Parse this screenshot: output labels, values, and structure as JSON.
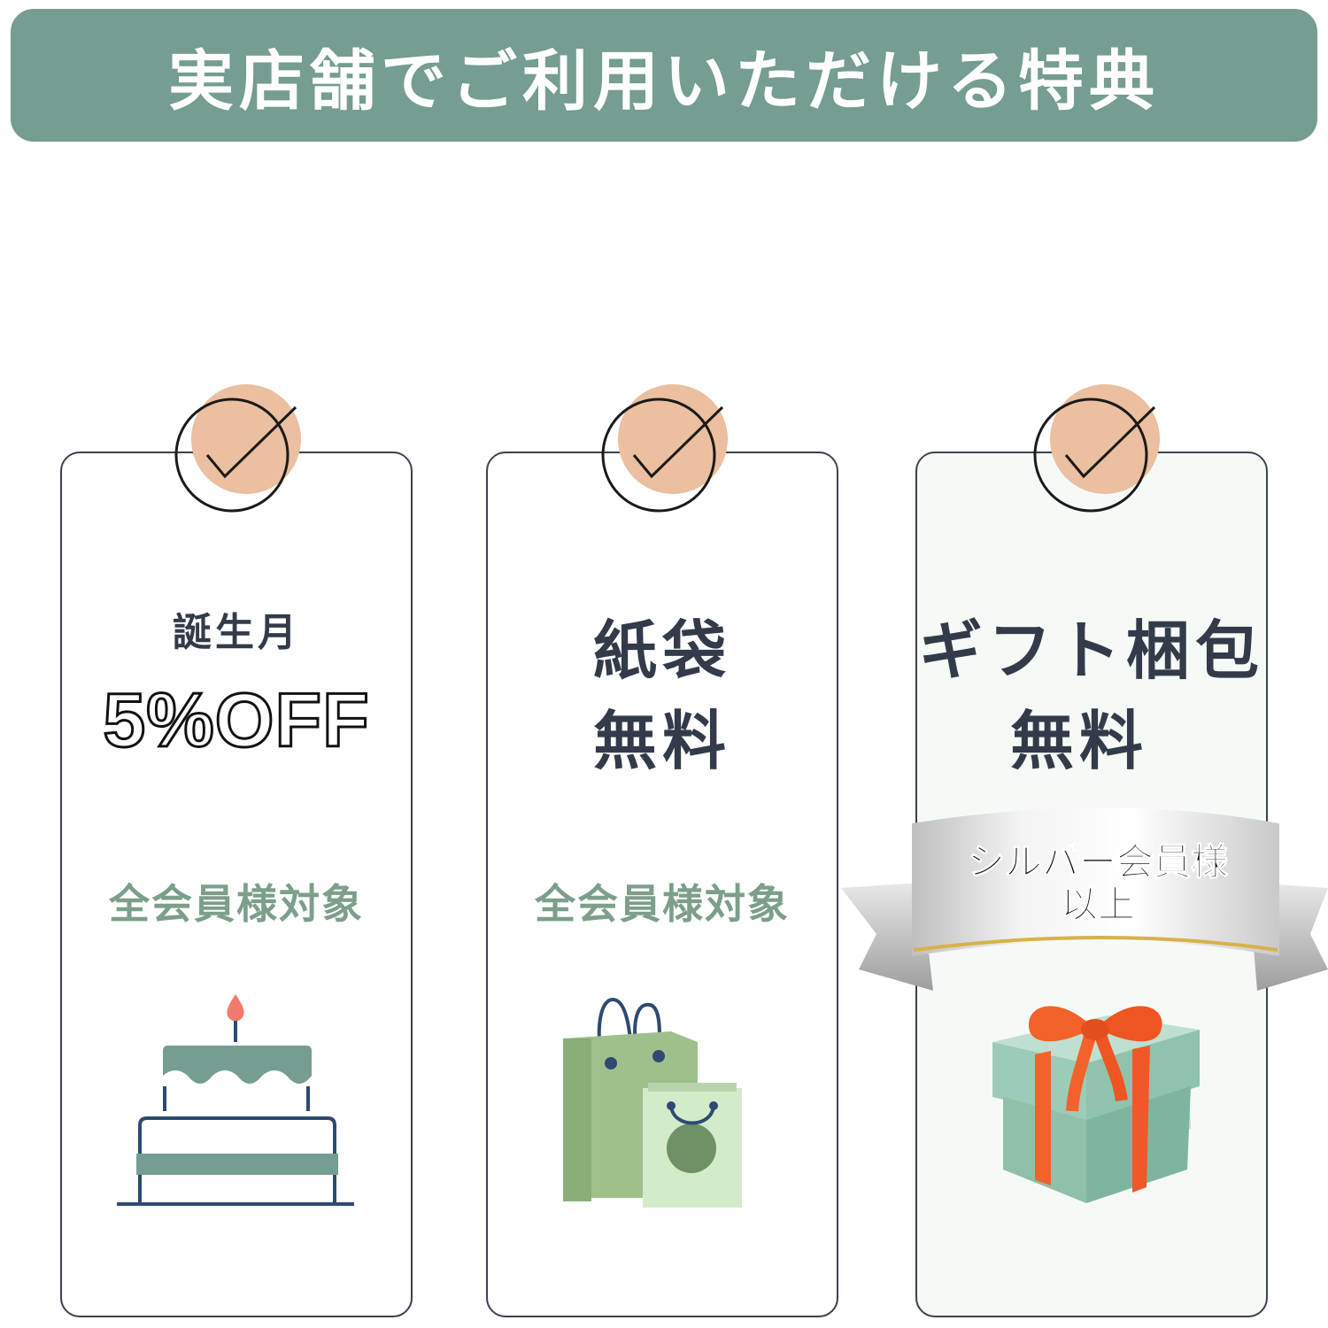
{
  "banner": {
    "title": "実店舗でご利用いただける特典"
  },
  "cards": [
    {
      "head": "誕生月",
      "main": "5%OFF",
      "target": "全会員様対象",
      "icon": "birthday-cake-icon"
    },
    {
      "head": "紙袋",
      "main": "無料",
      "target": "全会員様対象",
      "icon": "shopping-bags-icon"
    },
    {
      "head": "ギフト梱包",
      "main": "無料",
      "ribbon_line1": "シルバー会員様",
      "ribbon_line2": "以上",
      "icon": "gift-box-icon"
    }
  ],
  "colors": {
    "banner": "#759d91",
    "badge_fill": "#ebbf9f",
    "accent_green": "#7c9f8a",
    "text_dark": "#333b4a",
    "ribbon_orange": "#f2622a"
  }
}
